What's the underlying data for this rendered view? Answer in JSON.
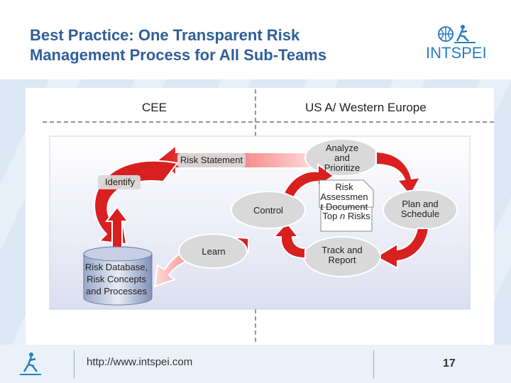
{
  "slide": {
    "title": "Best Practice: One Transparent Risk Management Process for All Sub-Teams",
    "logo_text": "INTSPEI",
    "footer_url": "http://www.intspei.com",
    "page_number": "17"
  },
  "columns": {
    "left": "CEE",
    "right": "US A/ Western Europe"
  },
  "diagram": {
    "risk_statement": "Risk Statement",
    "identify": "Identify",
    "analyze": "Analyze and Prioritize",
    "risk_doc": "Risk Assessmen t Document",
    "top_n": "Top n Risks",
    "control": "Control",
    "plan": "Plan and Schedule",
    "learn": "Learn",
    "track": "Track and Report",
    "database": "Risk Database, Risk Concepts and Processes"
  }
}
